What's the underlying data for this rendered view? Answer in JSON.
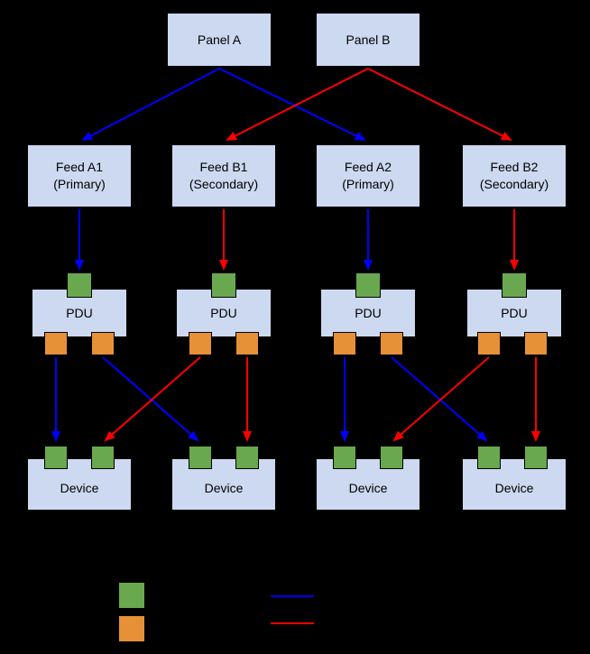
{
  "nodes": {
    "panels": [
      {
        "label": "Panel A"
      },
      {
        "label": "Panel B"
      }
    ],
    "feeds": [
      {
        "name": "Feed A1",
        "type": "(Primary)"
      },
      {
        "name": "Feed B1",
        "type": "(Secondary)"
      },
      {
        "name": "Feed A2",
        "type": "(Primary)"
      },
      {
        "name": "Feed B2",
        "type": "(Secondary)"
      }
    ],
    "pdus": [
      {
        "label": "PDU"
      },
      {
        "label": "PDU"
      },
      {
        "label": "PDU"
      },
      {
        "label": "PDU"
      }
    ],
    "devices": [
      {
        "label": "Device"
      },
      {
        "label": "Device"
      },
      {
        "label": "Device"
      },
      {
        "label": "Device"
      }
    ]
  },
  "legend": {
    "swatches": [
      {
        "name": "input-port",
        "color": "#6aa84f"
      },
      {
        "name": "output-port",
        "color": "#e69138"
      }
    ],
    "lines": [
      {
        "name": "primary-path",
        "color": "#0000ff"
      },
      {
        "name": "secondary-path",
        "color": "#ff0000"
      }
    ]
  },
  "colors": {
    "background": "#000000",
    "box_fill": "#ccd9f0",
    "box_border": "#000000",
    "text": "#000000",
    "input_port": "#6aa84f",
    "output_port": "#e69138",
    "primary_line": "#0000ff",
    "secondary_line": "#ff0000"
  }
}
